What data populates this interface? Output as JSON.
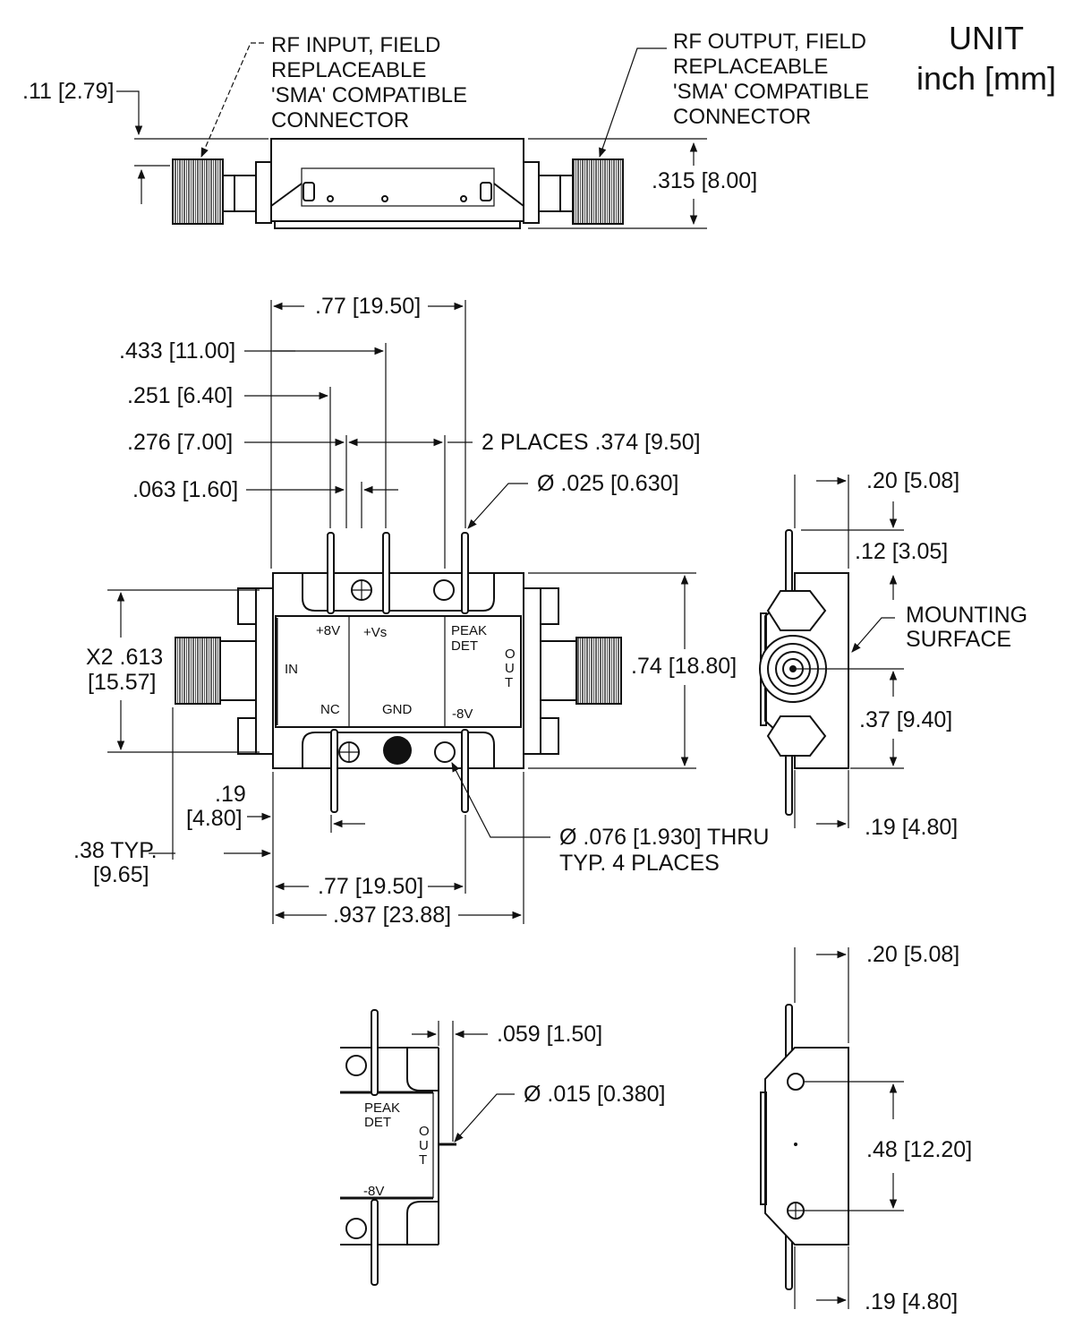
{
  "unit": {
    "line1": "UNIT",
    "line2": "inch [mm]"
  },
  "top_view": {
    "dim_flange": ".11 [2.79]",
    "dim_height": ".315 [8.00]",
    "input_label": [
      "RF INPUT, FIELD",
      "REPLACEABLE",
      "'SMA' COMPATIBLE",
      "CONNECTOR"
    ],
    "output_label": [
      "RF OUTPUT, FIELD",
      "REPLACEABLE",
      "'SMA' COMPATIBLE",
      "CONNECTOR"
    ]
  },
  "main_view": {
    "dim_pin_span_top": ".77 [19.50]",
    "dim_433": ".433 [11.00]",
    "dim_251": ".251 [6.40]",
    "dim_276": ".276 [7.00]",
    "dim_2places": "2 PLACES .374 [9.50]",
    "dim_063": ".063 [1.60]",
    "dim_pin_dia": "Ø .025 [0.630]",
    "dim_x2_a": "X2 .613",
    "dim_x2_b": "[15.57]",
    "dim_height": ".74 [18.80]",
    "dim_19_a": ".19",
    "dim_19_b": "[4.80]",
    "dim_38_a": ".38 TYP.",
    "dim_38_b": "[9.65]",
    "dim_pin_span_bottom": ".77 [19.50]",
    "dim_body_width": ".937 [23.88]",
    "hole_note_a": "Ø .076 [1.930] THRU",
    "hole_note_b": "TYP. 4 PLACES",
    "pins": {
      "p8v": "+8V",
      "vs": "+Vs",
      "peak_a": "PEAK",
      "peak_b": "DET",
      "in": "IN",
      "out": "OUT",
      "nc": "NC",
      "gnd": "GND",
      "m8v": "-8V"
    }
  },
  "side_view": {
    "dim_20": ".20 [5.08]",
    "dim_12": ".12 [3.05]",
    "mount_a": "MOUNTING",
    "mount_b": "SURFACE",
    "dim_37": ".37 [9.40]",
    "dim_19": ".19 [4.80]"
  },
  "detail_view": {
    "dim_059": ".059 [1.50]",
    "dim_015": "Ø .015 [0.380]",
    "peak_a": "PEAK",
    "peak_b": "DET",
    "out": "OUT",
    "m8v": "-8V"
  },
  "side_view_2": {
    "dim_20": ".20 [5.08]",
    "dim_48": ".48 [12.20]",
    "dim_19": ".19 [4.80]"
  }
}
